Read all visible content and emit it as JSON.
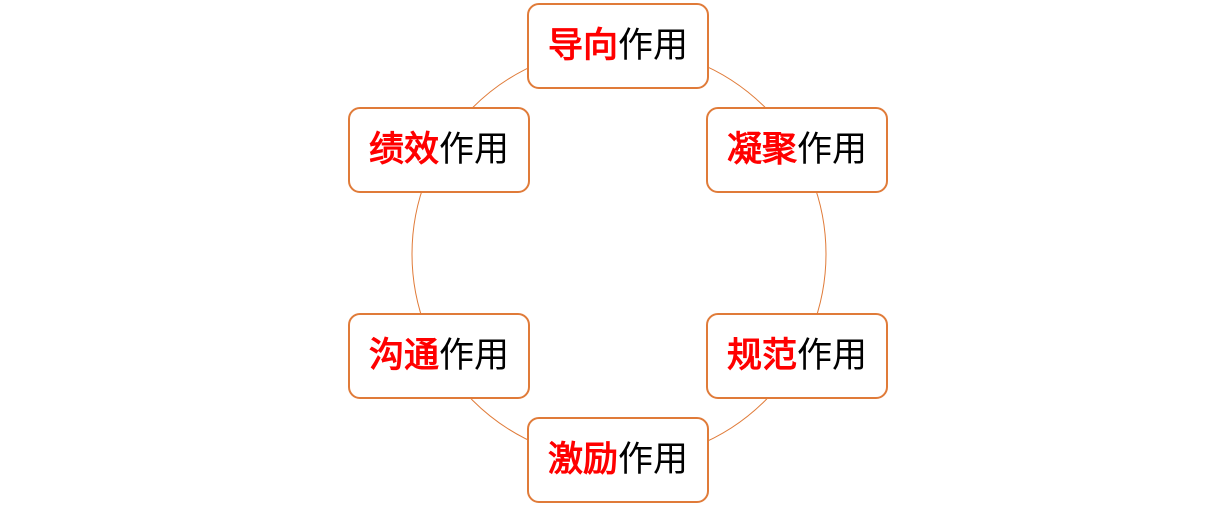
{
  "diagram": {
    "ring_color": "#e07b39",
    "highlight_color": "#ff0000",
    "suffix": "作用",
    "nodes": [
      {
        "highlight": "导向",
        "suffix": "作用"
      },
      {
        "highlight": "凝聚",
        "suffix": "作用"
      },
      {
        "highlight": "规范",
        "suffix": "作用"
      },
      {
        "highlight": "激励",
        "suffix": "作用"
      },
      {
        "highlight": "沟通",
        "suffix": "作用"
      },
      {
        "highlight": "绩效",
        "suffix": "作用"
      }
    ]
  }
}
